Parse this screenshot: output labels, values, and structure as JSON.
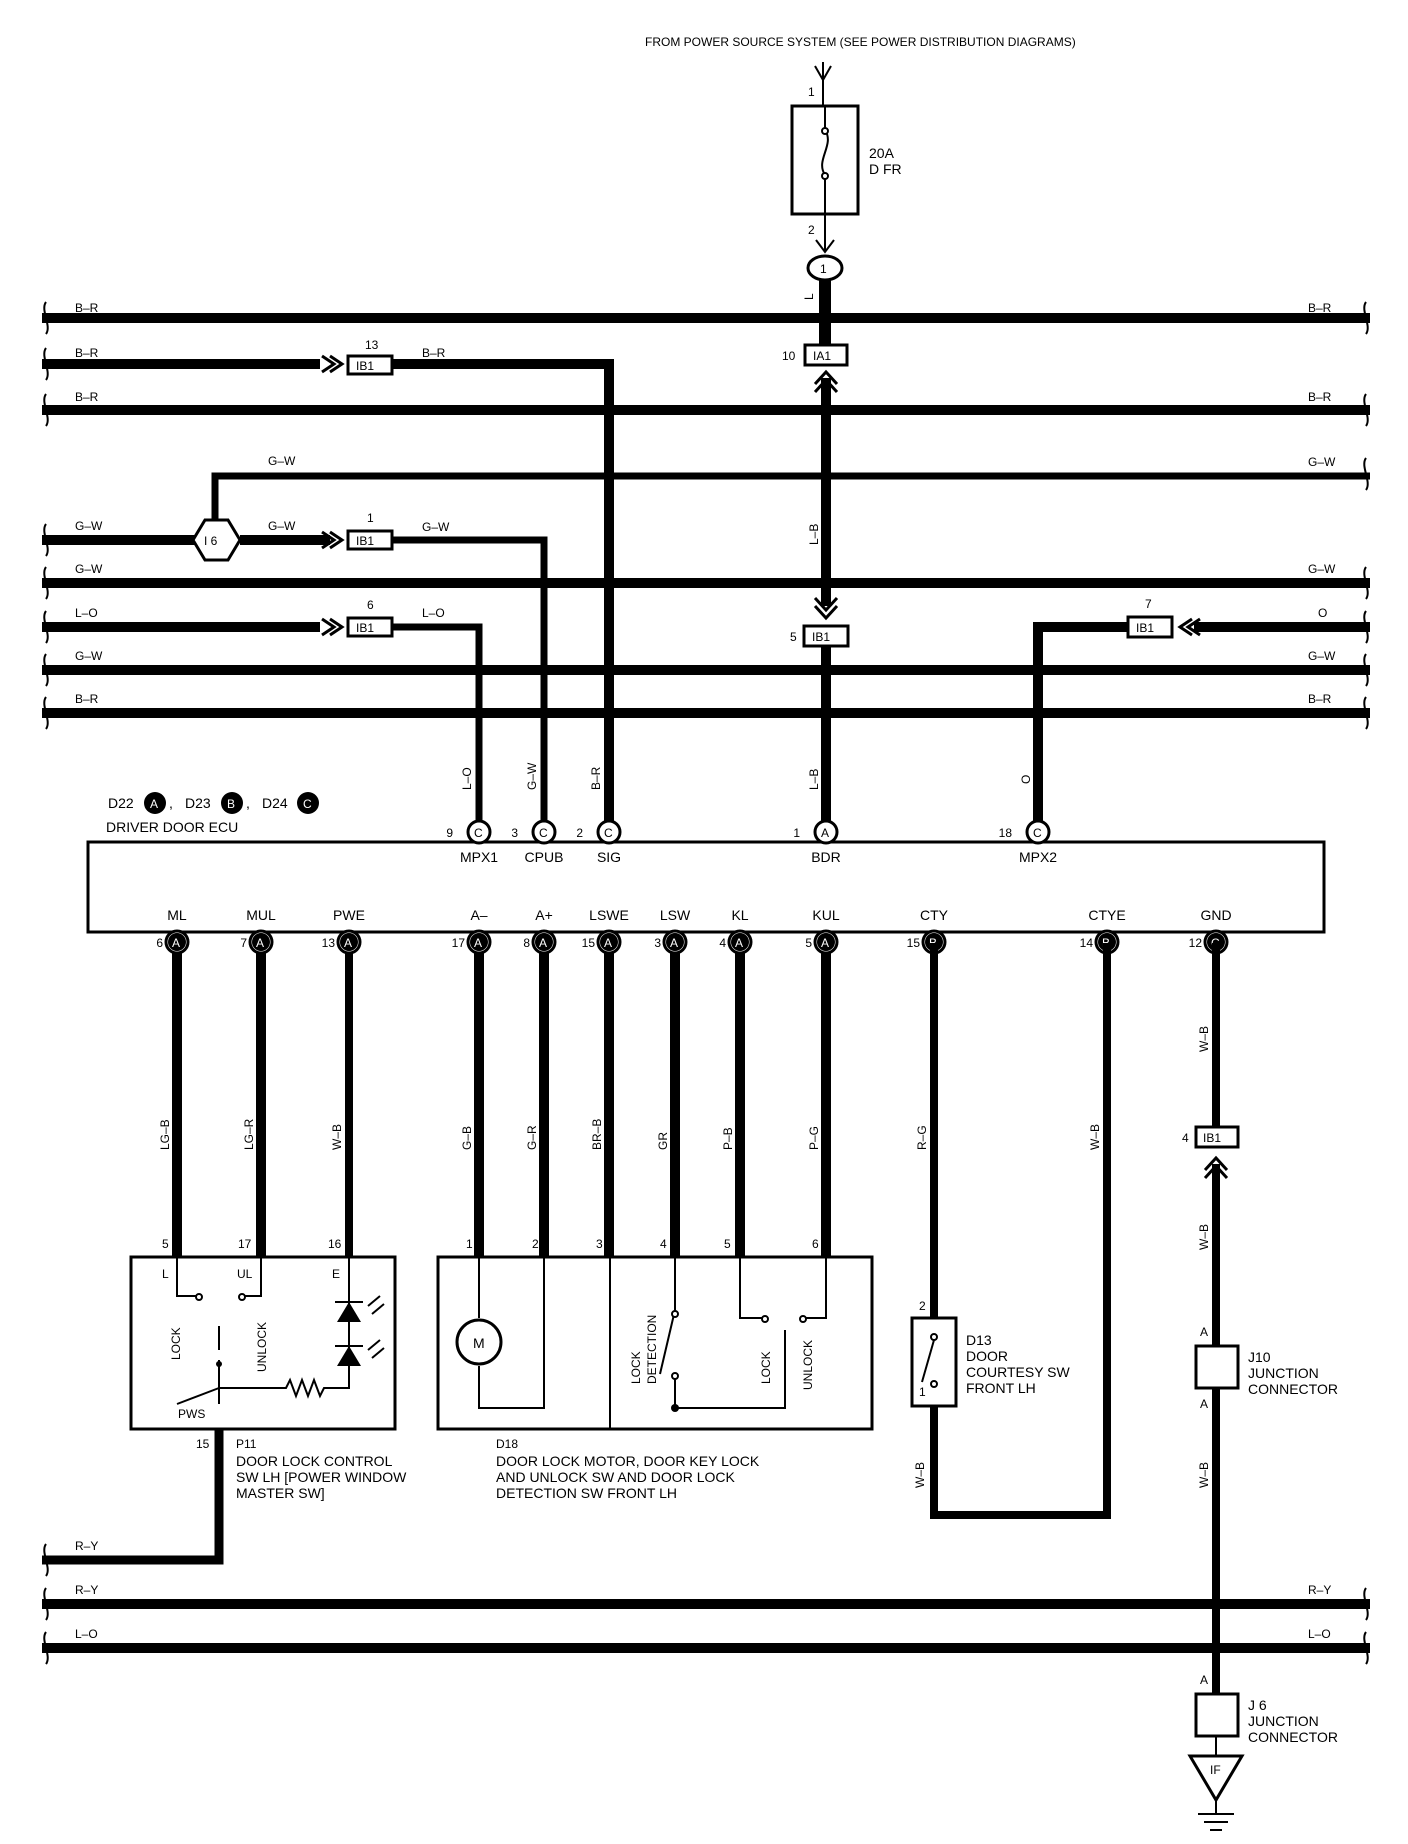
{
  "source_note": "FROM POWER SOURCE SYSTEM (SEE POWER DISTRIBUTION DIAGRAMS)",
  "fuse": {
    "pin_top": "1",
    "pin_bottom": "2",
    "rating": "20A",
    "name": "D FR",
    "wire": "L"
  },
  "junction_top": "1",
  "buses": [
    {
      "left": "B–R",
      "right": "B–R"
    },
    {
      "left": "B–R",
      "right": ""
    },
    {
      "left": "B–R",
      "right": "B–R"
    },
    {
      "left": "",
      "right": "G–W"
    },
    {
      "left": "G–W",
      "right": ""
    },
    {
      "left": "G–W",
      "right": "G–W"
    },
    {
      "left": "L–O",
      "right": "O"
    },
    {
      "left": "G–W",
      "right": "G–W"
    },
    {
      "left": "B–R",
      "right": "B–R"
    }
  ],
  "gw_top": "G–W",
  "i6": "I 6",
  "ib1_connectors": [
    {
      "pin": "13",
      "id": "IB1",
      "wire_in": "",
      "wire_out": "B–R"
    },
    {
      "pin": "1",
      "id": "IB1",
      "wire_in": "G–W",
      "wire_out": "G–W"
    },
    {
      "pin": "6",
      "id": "IB1",
      "wire_in": "",
      "wire_out": "L–O"
    },
    {
      "pin": "7",
      "id": "IB1"
    },
    {
      "pin": "5",
      "id": "IB1"
    }
  ],
  "ia1": {
    "pin": "10",
    "id": "IA1"
  },
  "lb_wire": "L–B",
  "ecu": {
    "legend": [
      {
        "name": "D22",
        "letter": "A"
      },
      {
        "name": "D23",
        "letter": "B"
      },
      {
        "name": "D24",
        "letter": "C"
      }
    ],
    "title": "DRIVER DOOR ECU",
    "top_pins": [
      {
        "num": "9",
        "conn": "C",
        "label": "MPX1",
        "wire": "L–O"
      },
      {
        "num": "3",
        "conn": "C",
        "label": "CPUB",
        "wire": "G–W"
      },
      {
        "num": "2",
        "conn": "C",
        "label": "SIG",
        "wire": "B–R"
      },
      {
        "num": "1",
        "conn": "A",
        "label": "BDR",
        "wire": "L–B"
      },
      {
        "num": "18",
        "conn": "C",
        "label": "MPX2",
        "wire": "O"
      }
    ],
    "bottom_pins": [
      {
        "num": "6",
        "conn": "A",
        "label": "ML",
        "wire": "LG–B"
      },
      {
        "num": "7",
        "conn": "A",
        "label": "MUL",
        "wire": "LG–R"
      },
      {
        "num": "13",
        "conn": "A",
        "label": "PWE",
        "wire": "W–B"
      },
      {
        "num": "17",
        "conn": "A",
        "label": "A–",
        "wire": "G–B"
      },
      {
        "num": "8",
        "conn": "A",
        "label": "A+",
        "wire": "G–R"
      },
      {
        "num": "15",
        "conn": "A",
        "label": "LSWE",
        "wire": "BR–B"
      },
      {
        "num": "3",
        "conn": "A",
        "label": "LSW",
        "wire": "GR"
      },
      {
        "num": "4",
        "conn": "A",
        "label": "KL",
        "wire": "P–B"
      },
      {
        "num": "5",
        "conn": "A",
        "label": "KUL",
        "wire": "P–G"
      },
      {
        "num": "15",
        "conn": "B",
        "label": "CTY",
        "wire": "R–G"
      },
      {
        "num": "14",
        "conn": "B",
        "label": "CTYE",
        "wire": "W–B"
      },
      {
        "num": "12",
        "conn": "C",
        "label": "GND",
        "wire": "W–B"
      }
    ]
  },
  "p11": {
    "pins": [
      "5",
      "17",
      "16"
    ],
    "inner": [
      "L",
      "UL",
      "E"
    ],
    "lock": "LOCK",
    "unlock": "UNLOCK",
    "pws": "PWS",
    "pin_bottom": "15",
    "code": "P11",
    "desc": [
      "DOOR LOCK CONTROL",
      "SW LH [POWER WINDOW",
      "MASTER SW]"
    ],
    "out_wire": "R–Y"
  },
  "d18": {
    "pins": [
      "1",
      "2",
      "3",
      "4",
      "5",
      "6"
    ],
    "motor": "M",
    "lock_detection": [
      "LOCK",
      "DETECTION"
    ],
    "lock": "LOCK",
    "unlock": "UNLOCK",
    "code": "D18",
    "desc": [
      "DOOR LOCK MOTOR,  DOOR KEY LOCK",
      "AND UNLOCK SW AND DOOR LOCK",
      "DETECTION SW FRONT LH"
    ]
  },
  "d13": {
    "pin_top": "2",
    "pin_bottom": "1",
    "code": "D13",
    "desc": [
      "DOOR",
      "COURTESY SW",
      "FRONT LH"
    ],
    "wire_bottom": "W–B"
  },
  "ib1_gnd": {
    "pin": "4",
    "id": "IB1",
    "wire_below": "W–B",
    "wire_j6": "W–B"
  },
  "j10": {
    "pin": "A",
    "pin_bottom": "A",
    "code": "J10",
    "desc": [
      "JUNCTION",
      "CONNECTOR"
    ]
  },
  "lower_buses": [
    {
      "left": "R–Y",
      "right": ""
    },
    {
      "left": "R–Y",
      "right": "R–Y"
    },
    {
      "left": "L–O",
      "right": "L–O"
    }
  ],
  "j6": {
    "pin": "A",
    "code": "J 6",
    "desc": [
      "JUNCTION",
      "CONNECTOR"
    ]
  },
  "ground": "IF"
}
